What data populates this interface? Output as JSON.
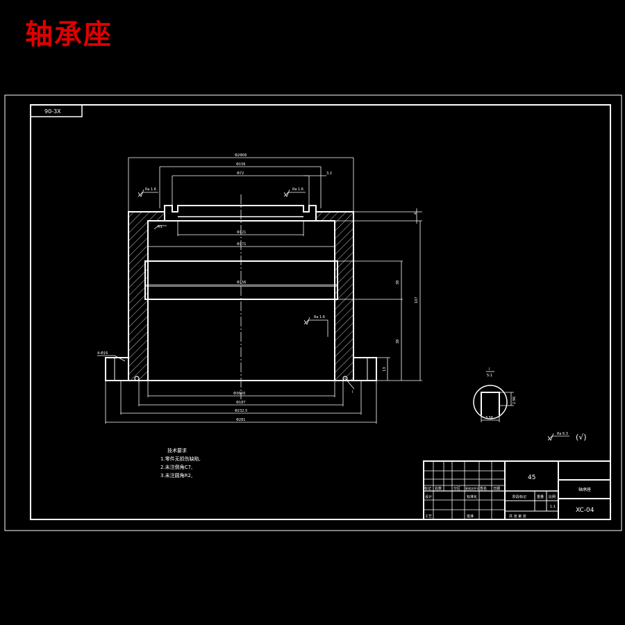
{
  "heading": "轴承座",
  "frame": {
    "code_tab": "90-3X"
  },
  "dimensions": {
    "top_outer": "Φ2Φ06",
    "top_flange": "Φ156",
    "top_groove": "Φ72",
    "top_small": "3.2",
    "roughness_left": "Ra 1.6",
    "roughness_right": "Ra 1.6",
    "chamfer": "R1",
    "bore_upper_1": "Φ121",
    "bore_upper_2": "Φ171",
    "bore_mid": "Φ156",
    "roughness_inner": "Ra 1.6",
    "bore_bottom": "Φ3Φ00",
    "base_1": "Φ187",
    "base_2": "Φ232.5",
    "base_overall": "Φ281",
    "holes": "4-Φ16",
    "right_top": "4",
    "right_mid": "38",
    "right_low": "38",
    "right_height": "107",
    "right_base": "13",
    "section_label_top": "I",
    "section_label_sub": "5:1",
    "section_label_mark": "I",
    "section_w": "3.56",
    "section_h": "2.96",
    "general_roughness": "Ra 6.3",
    "general_roughness_other": "(√)"
  },
  "notes": {
    "title": "技术要求",
    "lines": [
      "1.零件无损伤缺陷,",
      "2.未注倒角C7,",
      "3.未注圆角R2,"
    ]
  },
  "title_block": {
    "material": "45",
    "part_name": "轴承座",
    "drawing_no": "XC-04",
    "row_labels": [
      "标记",
      "处数",
      "分区",
      "更改文件号",
      "签名",
      "日期"
    ],
    "design": "设计",
    "standard": "标准化",
    "process": "工艺",
    "approve": "批准",
    "stage": "阶段标记",
    "weight": "重量",
    "scale": "比例",
    "scale_value": "1:1",
    "sheets": "共 张 第 张"
  }
}
